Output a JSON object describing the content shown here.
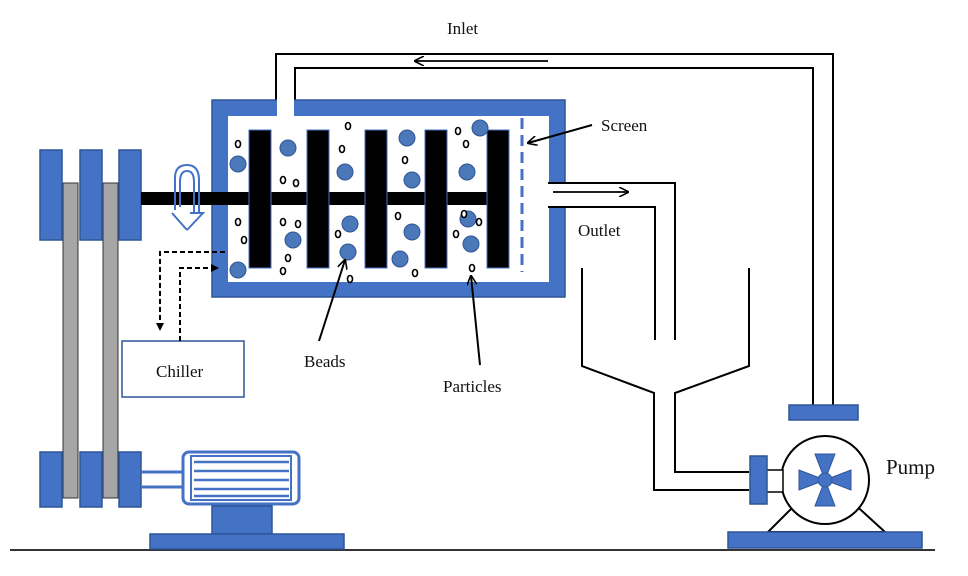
{
  "labels": {
    "inlet": "Inlet",
    "screen": "Screen",
    "outlet": "Outlet",
    "chiller": "Chiller",
    "beads": "Beads",
    "particles": "Particles",
    "pump": "Pump"
  },
  "colors": {
    "blue": "#4472c4",
    "blue_dark": "#2f5597",
    "bead": "#4a78b8",
    "belt": "#a6a6a6",
    "disc": "#000000",
    "line": "#000000"
  }
}
